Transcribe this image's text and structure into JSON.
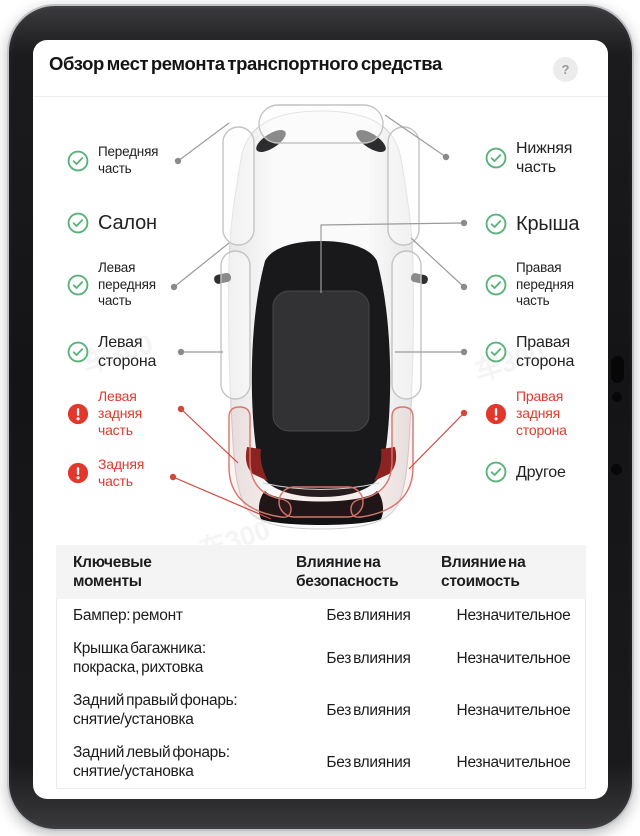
{
  "header": {
    "title": "Обзор мест ремонта транспортного средства",
    "help": "?"
  },
  "watermark": {
    "text": "车300"
  },
  "colors": {
    "ok": "#57b277",
    "issue": "#e2382c",
    "issue_text": "#e03a2e",
    "line": "#9b9b9b",
    "red_line": "#d0473c"
  },
  "zones": {
    "left": [
      {
        "label": "Передняя\nчасть",
        "status": "ok"
      },
      {
        "label": "Салон",
        "status": "ok"
      },
      {
        "label": "Левая\nпередняя\nчасть",
        "status": "ok"
      },
      {
        "label": "Левая\nсторона",
        "status": "ok"
      },
      {
        "label": "Левая\nзадняя\nчасть",
        "status": "issue"
      },
      {
        "label": "Задняя\nчасть",
        "status": "issue"
      }
    ],
    "right": [
      {
        "label": "Нижняя\nчасть",
        "status": "ok"
      },
      {
        "label": "Крыша",
        "status": "ok"
      },
      {
        "label": "Правая\nпередняя\nчасть",
        "status": "ok"
      },
      {
        "label": "Правая\nсторона",
        "status": "ok"
      },
      {
        "label": "Правая\nзадняя\nсторона",
        "status": "issue"
      },
      {
        "label": "Другое",
        "status": "ok"
      }
    ]
  },
  "table": {
    "headers": [
      "Ключевые\nмоменты",
      "Влияние на\nбезопасность",
      "Влияние на\nстоимость"
    ],
    "rows": [
      {
        "item": "Бампер: ремонт",
        "safety": "Без влияния",
        "cost": "Незначительное"
      },
      {
        "item": "Крышка багажника:\nпокраска, рихтовка",
        "safety": "Без влияния",
        "cost": "Незначительное"
      },
      {
        "item": "Задний правый фонарь:\nснятие/установка",
        "safety": "Без влияния",
        "cost": "Незначительное"
      },
      {
        "item": "Задний левый фонарь:\nснятие/установка",
        "safety": "Без влияния",
        "cost": "Незначительное"
      }
    ]
  }
}
